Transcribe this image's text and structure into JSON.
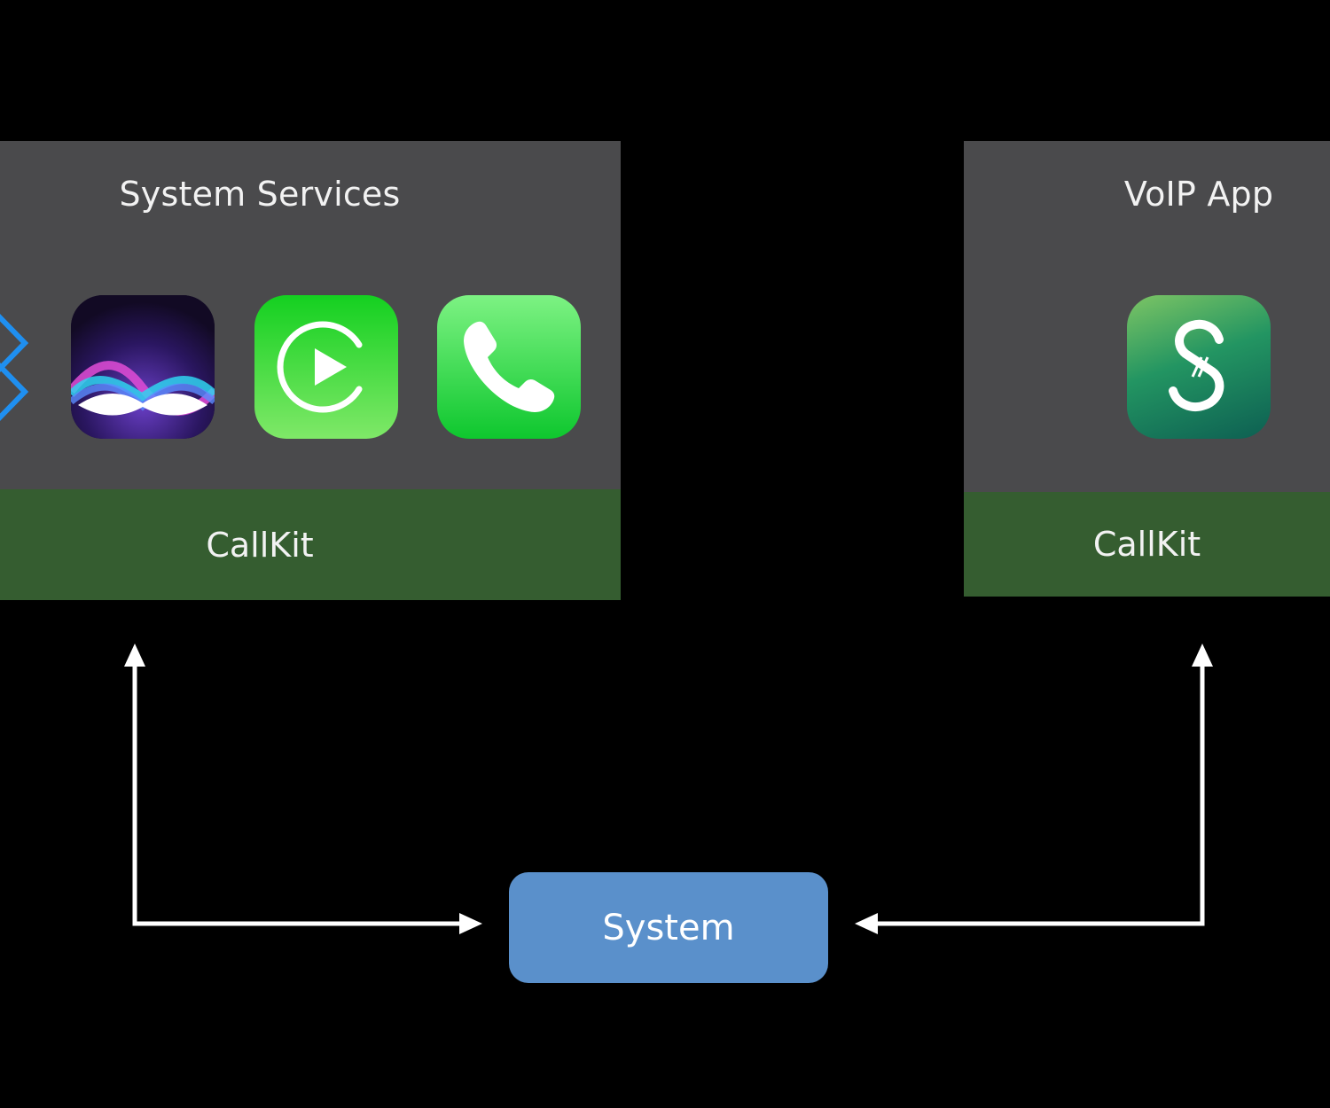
{
  "left_panel": {
    "title": "System Services",
    "footer": "CallKit",
    "icons": [
      "bluetooth-icon",
      "siri-icon",
      "carplay-icon",
      "phone-icon"
    ]
  },
  "right_panel": {
    "title": "VoIP App",
    "footer": "CallKit",
    "icons": [
      "voip-app-icon"
    ]
  },
  "system_box": {
    "label": "System"
  },
  "colors": {
    "background": "#000000",
    "panel": "#4a4a4c",
    "callkit_bar": "#355d30",
    "system_box": "#5a90cb",
    "arrows": "#ffffff"
  }
}
